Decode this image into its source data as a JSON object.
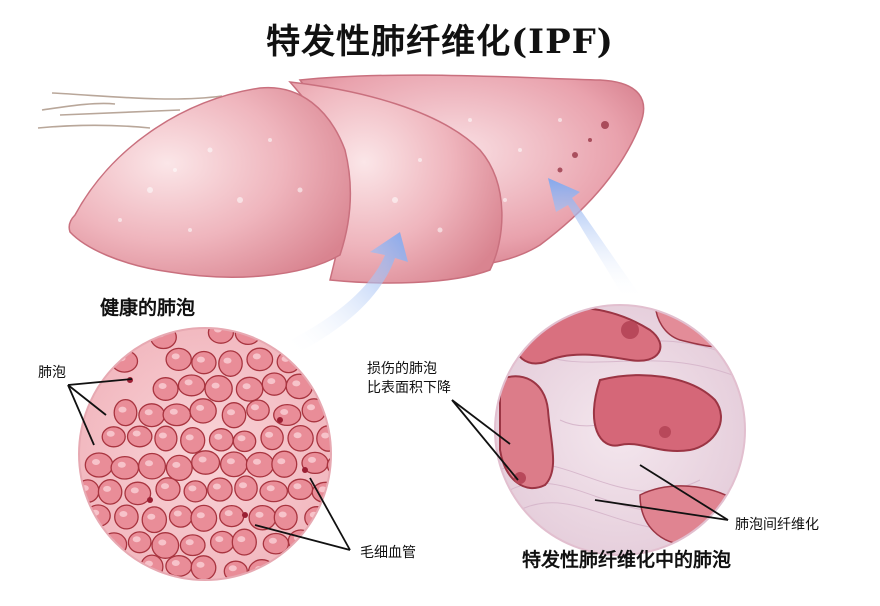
{
  "title": "特发性肺纤维化(IPF)",
  "labels": {
    "healthy_alveoli": "健康的肺泡",
    "alveoli": "肺泡",
    "capillaries": "毛细血管",
    "damaged_line1": "损伤的肺泡",
    "damaged_line2": "比表面积下降",
    "interstitial_fibrosis": "肺泡间纤维化",
    "ipf_alveoli": "特发性肺纤维化中的肺泡"
  },
  "colors": {
    "lung_base": "#ecaab2",
    "lung_light": "#f7dadd",
    "alveolus_fill": "#e98d98",
    "alveolus_edge": "#a8343f",
    "fibrosis_tissue": "#efe3ec",
    "arrow_blue": "#7fa7ef"
  }
}
